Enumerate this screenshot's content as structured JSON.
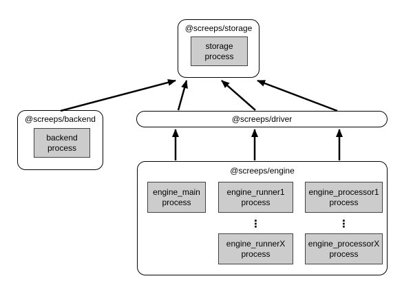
{
  "colors": {
    "background": "#ffffff",
    "node_fill": "#ffffff",
    "node_border": "#000000",
    "process_fill": "#cccccc",
    "process_border": "#404040",
    "arrow": "#000000"
  },
  "nodes": {
    "storage": {
      "title": "@screeps/storage",
      "process": "storage\nprocess"
    },
    "backend": {
      "title": "@screeps/backend",
      "process": "backend\nprocess"
    },
    "driver": {
      "title": "@screeps/driver"
    },
    "engine": {
      "title": "@screeps/engine",
      "main": "engine_main\nprocess",
      "runner1": "engine_runner1\nprocess",
      "runnerX": "engine_runnerX\nprocess",
      "processor1": "engine_processor1\nprocess",
      "processorX": "engine_processorX\nprocess",
      "ellipsis": "⋮"
    }
  },
  "edges": [
    {
      "id": "backend-to-storage",
      "from": "@screeps/backend",
      "to": "@screeps/storage"
    },
    {
      "id": "driver-to-storage-left",
      "from": "@screeps/driver",
      "to": "@screeps/storage"
    },
    {
      "id": "driver-to-storage-middle",
      "from": "@screeps/driver",
      "to": "@screeps/storage"
    },
    {
      "id": "driver-to-storage-right",
      "from": "@screeps/driver",
      "to": "@screeps/storage"
    },
    {
      "id": "engine-to-driver-left",
      "from": "@screeps/engine",
      "to": "@screeps/driver"
    },
    {
      "id": "engine-to-driver-middle",
      "from": "@screeps/engine",
      "to": "@screeps/driver"
    },
    {
      "id": "engine-to-driver-right",
      "from": "@screeps/engine",
      "to": "@screeps/driver"
    }
  ]
}
